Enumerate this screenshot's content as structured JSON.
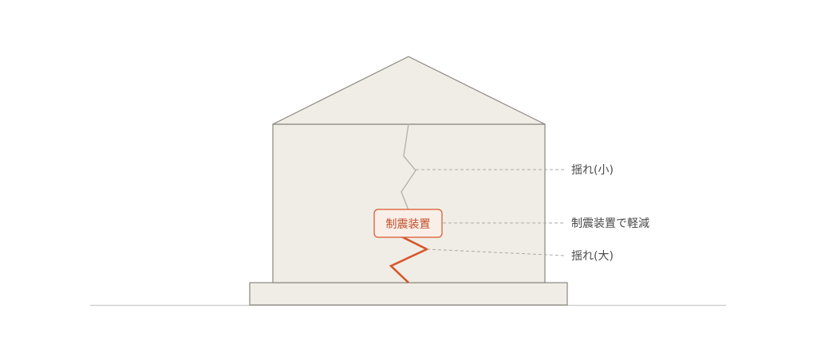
{
  "device_label": "制震装置",
  "annotations": {
    "small_shake": "揺れ(小)",
    "reduction": "制震装置で軽減",
    "large_shake": "揺れ(大)"
  },
  "colors": {
    "building_fill": "#f0ede6",
    "building_stroke": "#8a877f",
    "accent": "#d6572c",
    "device_fill": "#faeee8",
    "leader": "#aaaaaa",
    "ground": "#cccccc"
  }
}
